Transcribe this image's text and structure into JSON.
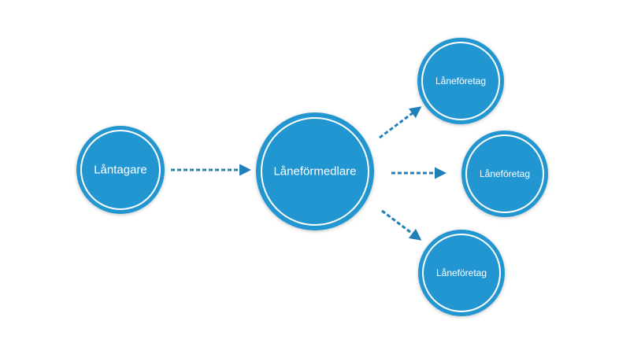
{
  "colors": {
    "node_fill": "#2196d0",
    "node_ring": "#ffffff",
    "arrow": "#1f7fb6",
    "text": "#ffffff",
    "background": "#ffffff"
  },
  "nodes": {
    "borrower": {
      "label": "Låntagare"
    },
    "broker": {
      "label": "Låneförmedlare"
    },
    "lender_top": {
      "label": "Låneföretag"
    },
    "lender_middle": {
      "label": "Låneföretag"
    },
    "lender_bottom": {
      "label": "Låneföretag"
    }
  },
  "edges": [
    {
      "from": "borrower",
      "to": "broker",
      "style": "dashed"
    },
    {
      "from": "broker",
      "to": "lender_top",
      "style": "dashed"
    },
    {
      "from": "broker",
      "to": "lender_middle",
      "style": "dashed"
    },
    {
      "from": "broker",
      "to": "lender_bottom",
      "style": "dashed"
    }
  ]
}
